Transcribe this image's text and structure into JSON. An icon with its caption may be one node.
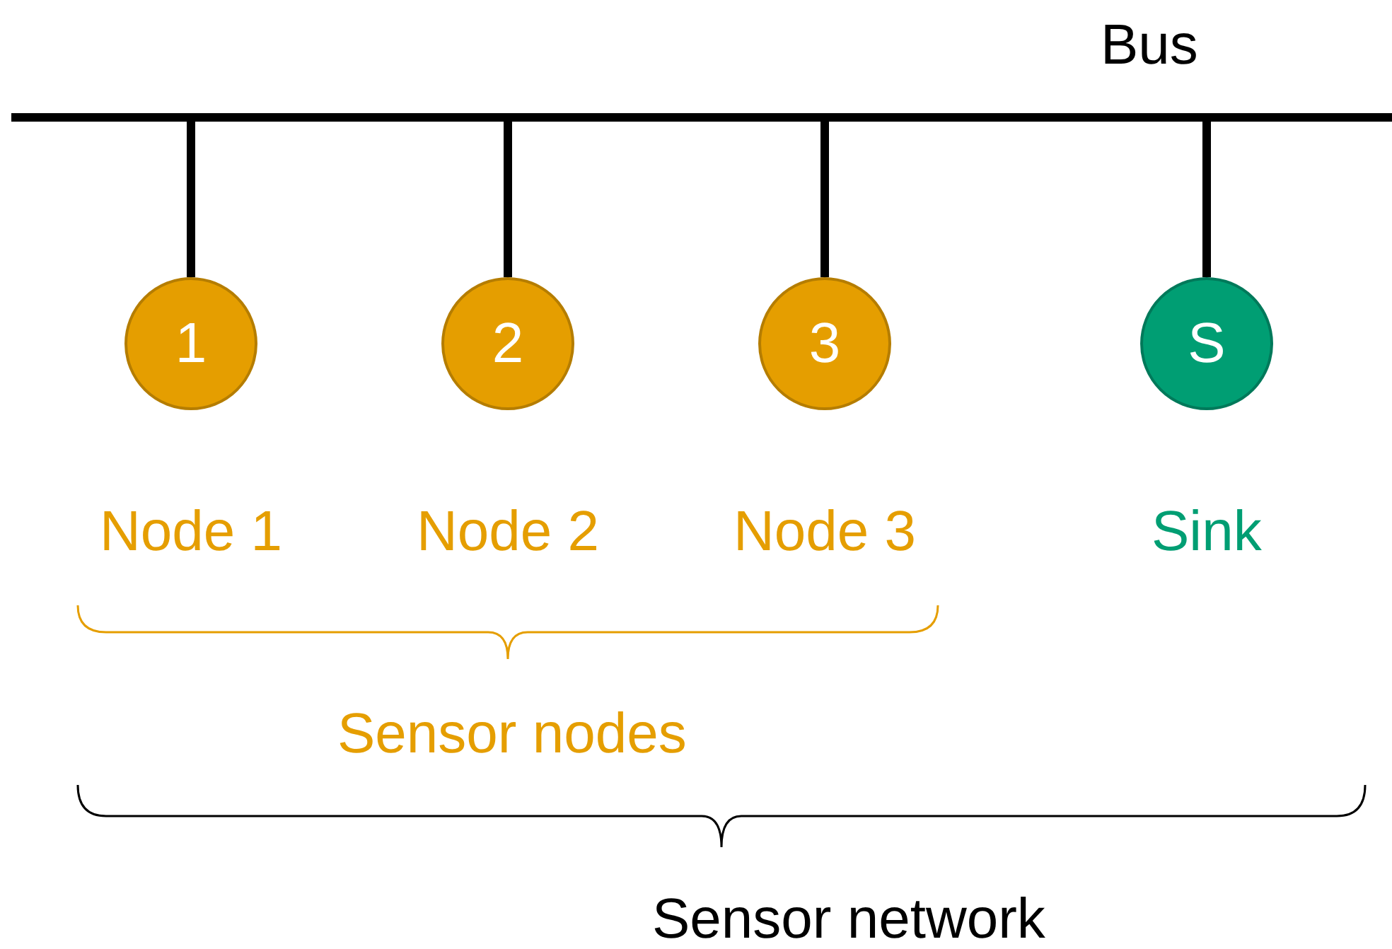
{
  "diagram": {
    "nodes": [
      {
        "text": [
          "Bus"
        ]
      },
      {
        "text": [
          "1"
        ],
        "beside": [
          "Node 1"
        ]
      },
      {
        "text": [
          "2"
        ],
        "beside": [
          "Node 2"
        ]
      },
      {
        "text": [
          "3"
        ],
        "beside": [
          "Node 3"
        ]
      },
      {
        "text": [
          "S"
        ],
        "beside": [
          "Sink"
        ]
      }
    ],
    "edges": [
      {
        "from": 0,
        "to": 1,
        "arrow": "none"
      },
      {
        "from": 0,
        "to": 2,
        "arrow": "none"
      },
      {
        "from": 0,
        "to": 3,
        "arrow": "none"
      },
      {
        "from": 0,
        "to": 4,
        "arrow": "none"
      }
    ],
    "labels": [
      "Sensor nodes",
      "Sensor network"
    ]
  }
}
